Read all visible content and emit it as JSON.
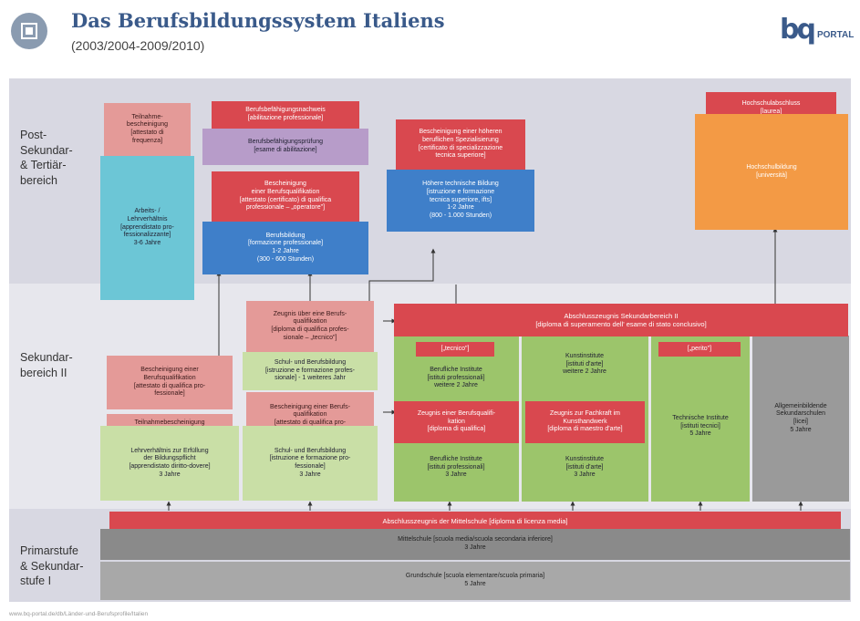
{
  "header": {
    "title": "Das Berufsbildungssystem Italiens",
    "subtitle": "(2003/2004-2009/2010)",
    "logo_text": "bq",
    "logo_suffix": "PORTAL"
  },
  "zones": {
    "post": "Post-\nSekundar-\n& Tertiär-\nbereich",
    "sek2": "Sekundar-\nbereich II",
    "primar": "Primarstufe\n& Sekundar-\nstufe I"
  },
  "boxes": {
    "teilnahme_top": "Teilnahme-\nbescheinigung\n[attestato di\nfrequenza]",
    "arbeits": "Arbeits- /\nLehrverhältnis\n[apprendistato pro-\nfessionalizzante]\n3-6 Jahre",
    "befaehigungsnachweis": "Berufsbefähigungsnachweis\n[abilitazione professionale]",
    "befaehigungspruefung": "Berufsbefähigungsprüfung\n[esame di abilitazione]",
    "qualifikation_post": "Bescheinigung\neiner Berufsqualifikation\n[attestato (certificato) di qualifica\nprofessionale – „operatore\"]",
    "berufsbildung_post": "Berufsbildung\n[formazione professionale]\n1-2 Jahre\n(300 - 600 Stunden)",
    "spezialisierung": "Bescheinigung einer höheren\nberuflichen Spezialisierung\n[certificato di specializzazione\ntecnica superiore]",
    "hoehere_technische": "Höhere technische Bildung\n[istruzione e formazione\ntecnica superiore, ifts]\n1-2 Jahre\n(800 - 1.000 Stunden)",
    "hochschulabschluss": "Hochschulabschluss\n[laurea]",
    "hochschulbildung": "Hochschulbildung\n[università]",
    "zeugnis_tecnico": "Zeugnis über eine Berufs-\nqualifikation\n[diploma di qualifica profes-\nsionale – „tecnico\"]",
    "schul_weiteres": "Schul- und Berufsbildung\n[istruzione e formazione profes-\nsionale] - 1 weiteres Jahr",
    "qualifikation_sek": "Bescheinigung einer\nBerufsqualifikation\n[attestato di qualifica pro-\nfessionale]",
    "teilnahme_sek": "Teilnahmebescheinigung\n[attestato di frequenza]",
    "lehrverhaeltnis": "Lehrverhältnis zur Erfüllung\nder Bildungspflicht\n[apprendistato diritto-dovere]\n3 Jahre",
    "qualifikation_operatore": "Bescheinigung einer Berufs-\nqualifikation\n[attestato di qualifica pro-\nfessionale – „operatore\"]",
    "schul_berufsbildung": "Schul- und Berufsbildung\n[istruzione e formazione pro-\nfessionale]\n3 Jahre",
    "abschluss_sek2": "Abschlusszeugnis Sekundarbereich II\n[diploma di superamento dell' esame di stato conclusivo]",
    "tag_tecnico": "[„tecnico\"]",
    "berufl_weitere": "Berufliche Institute\n[istituti professionali]\nweitere 2 Jahre",
    "kunst_weitere": "Kunstinstitute\n[istituti d'arte]\nweitere 2 Jahre",
    "tag_perito": "[„perito\"]",
    "technische_inst": "Technische Institute\n[istituti tecnici]\n5 Jahre",
    "allgemein": "Allgemeinbildende\nSekundarschulen\n[licei]\n5 Jahre",
    "zeugnis_qualifikation": "Zeugnis einer Berufsqualifi-\nkation\n[diploma di qualifica]",
    "zeugnis_fachkraft": "Zeugnis zur Fachkraft im\nKunsthandwerk\n[diploma di maestro d'arte]",
    "berufl_3": "Berufliche Institute\n[istituti professionali]\n3 Jahre",
    "kunst_3": "Kunstinstitute\n[istituti d'arte]\n3 Jahre",
    "mittelschule_abschluss": "Abschlusszeugnis der Mittelschule [diploma di licenza media]",
    "mittelschule": "Mittelschule [scuola media/scuola secondaria inferiore]\n3 Jahre",
    "grundschule": "Grundschule [scuola elementare/scuola primaria]\n5 Jahre"
  },
  "footer": "www.bq-portal.de/db/Länder-und-Berufsprofile/Italien",
  "colors": {
    "red": "#d9484f",
    "pink": "#e49a98",
    "green": "#9cc56b",
    "blue": "#3f7fc9",
    "cyan": "#6cc6d6",
    "orange": "#f39a45",
    "grey": "#9a9a9a"
  }
}
